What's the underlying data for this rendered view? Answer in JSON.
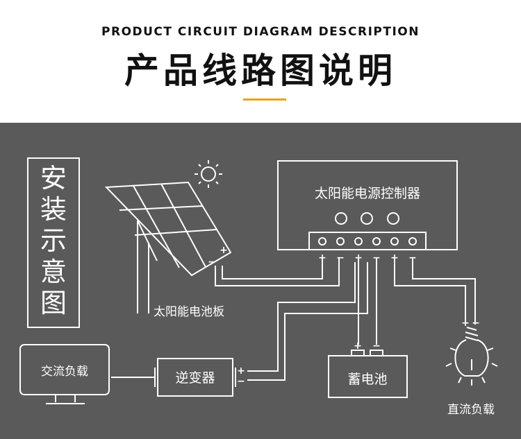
{
  "header": {
    "subtitle": "PRODUCT CIRCUIT DIAGRAM DESCRIPTION",
    "title": "产品线路图说明",
    "accent_color": "#e8a317"
  },
  "diagram": {
    "background_color": "#5a5a5a",
    "install_label": [
      "安",
      "装",
      "示",
      "意",
      "图"
    ],
    "controller": {
      "label": "太阳能电源控制器",
      "terminal_signs": [
        "+",
        "−",
        "+",
        "−",
        "+",
        "−"
      ]
    },
    "solar_panel": {
      "label": "太阳能电池板",
      "signs": [
        "−",
        "+"
      ]
    },
    "battery": {
      "label": "蓄电池",
      "signs": [
        "+",
        "−"
      ]
    },
    "inverter": {
      "label": "逆变器",
      "signs": [
        "+",
        "−"
      ]
    },
    "ac_load": {
      "label": "交流负载"
    },
    "dc_load": {
      "label": "直流负载",
      "signs": [
        "+",
        "−"
      ]
    },
    "icons": [
      "sun-icon",
      "solar-panel-icon",
      "monitor-icon",
      "bulb-icon"
    ]
  }
}
